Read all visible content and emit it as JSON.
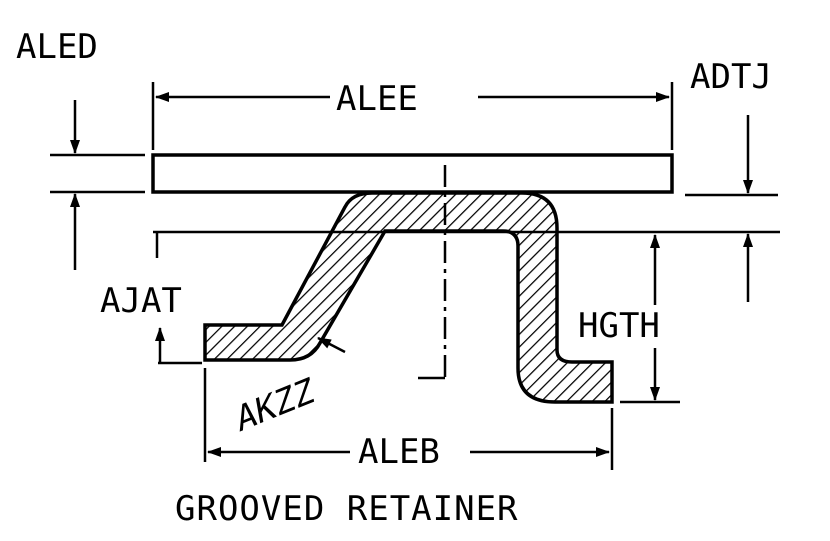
{
  "diagram": {
    "title": "GROOVED RETAINER",
    "labels": {
      "aled": "ALED",
      "alee": "ALEE",
      "adtj": "ADTJ",
      "ajat": "AJAT",
      "hgth": "HGTH",
      "akzz": "AKZZ",
      "aleb": "ALEB"
    }
  }
}
